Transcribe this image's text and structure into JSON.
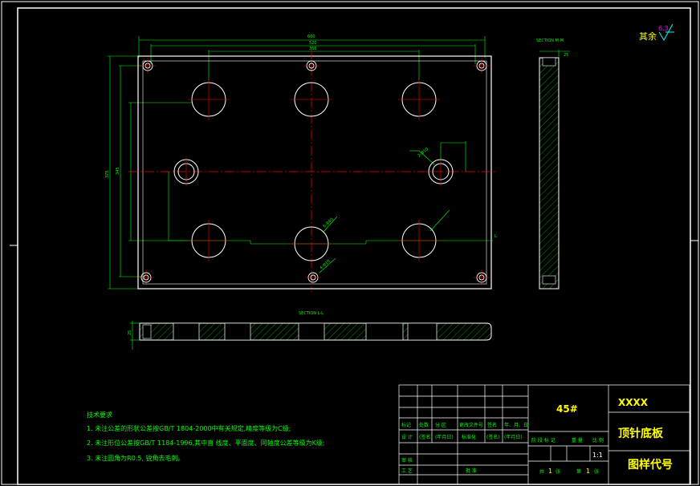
{
  "colors": {
    "background": "#000000",
    "outline": "#ffffff",
    "centerline": "#ff0000",
    "dimension": "#00ff00",
    "hatch": "#00ff00",
    "accent": "#ffff00",
    "surface_symbol": "#00ffff"
  },
  "roughness": {
    "label": "其余",
    "value": "6.3"
  },
  "plan": {
    "dims": {
      "overall": "600",
      "mid": "520",
      "inner": "366",
      "height_outer": "375",
      "height_inner": "345"
    },
    "callouts": [
      "2-Φ10",
      "6-Φ40",
      "4-Φ10"
    ],
    "section_marker": "L"
  },
  "section_right": {
    "title": "SECTION M-M",
    "dim": "25"
  },
  "section_bottom": {
    "title": "SECTION L-L",
    "dim": "25"
  },
  "notes": {
    "title": "技术要求",
    "items": [
      "1. 未注公差的形状公差按GB/T 1804-2000中有关规定,精度等级为C级;",
      "2. 未注形位公差按GB/T 1184-1996,其中直 线度、平面度、同轴度公差等级为K级;",
      "3. 未注圆角为R0.5, 锐角去毛刺。"
    ]
  },
  "title_block": {
    "material": "45#",
    "company": "XXXX",
    "part_name": "顶针底板",
    "drawing_no": "图样代号",
    "scale": "1:1",
    "headers": [
      "标记",
      "处数",
      "分 区",
      "更改文件号",
      "签名",
      "年、月、日"
    ],
    "design_row": [
      "设 计",
      "(签名)",
      "(年月日)",
      "标准化",
      "(签名)",
      "(年月日)"
    ],
    "stage_headers": [
      "阶 段 标 记",
      "重 量",
      "比 例"
    ],
    "review": "审 核",
    "process": "工 艺",
    "approve": "批 准",
    "sheets_total": "共",
    "sheets_total_n": "1",
    "sheets_unit": "张",
    "sheet_no": "第",
    "sheet_no_n": "1",
    "sheet_unit": "张"
  }
}
